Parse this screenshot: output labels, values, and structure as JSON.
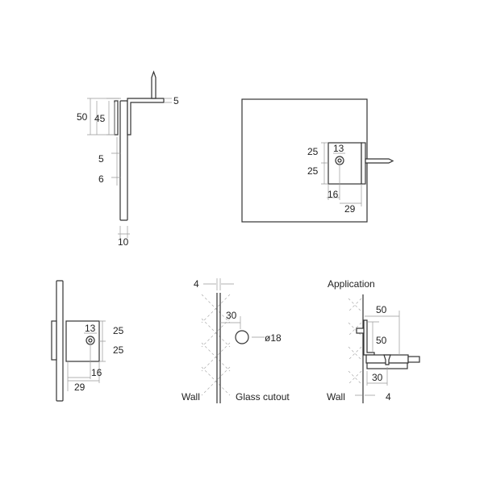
{
  "side_view": {
    "dims": [
      "50",
      "45",
      "5",
      "5",
      "6",
      "10"
    ]
  },
  "front_view": {
    "dims": [
      "25",
      "25",
      "13",
      "16",
      "29"
    ]
  },
  "clamp_view": {
    "dims": [
      "13",
      "25",
      "25",
      "16",
      "29"
    ]
  },
  "cutout_view": {
    "dims": [
      "4",
      "30",
      "ø18"
    ],
    "labels": {
      "wall": "Wall",
      "glass": "Glass cutout"
    }
  },
  "application_view": {
    "title": "Application",
    "dims": [
      "50",
      "50",
      "30",
      "4"
    ],
    "labels": {
      "wall": "Wall"
    }
  }
}
